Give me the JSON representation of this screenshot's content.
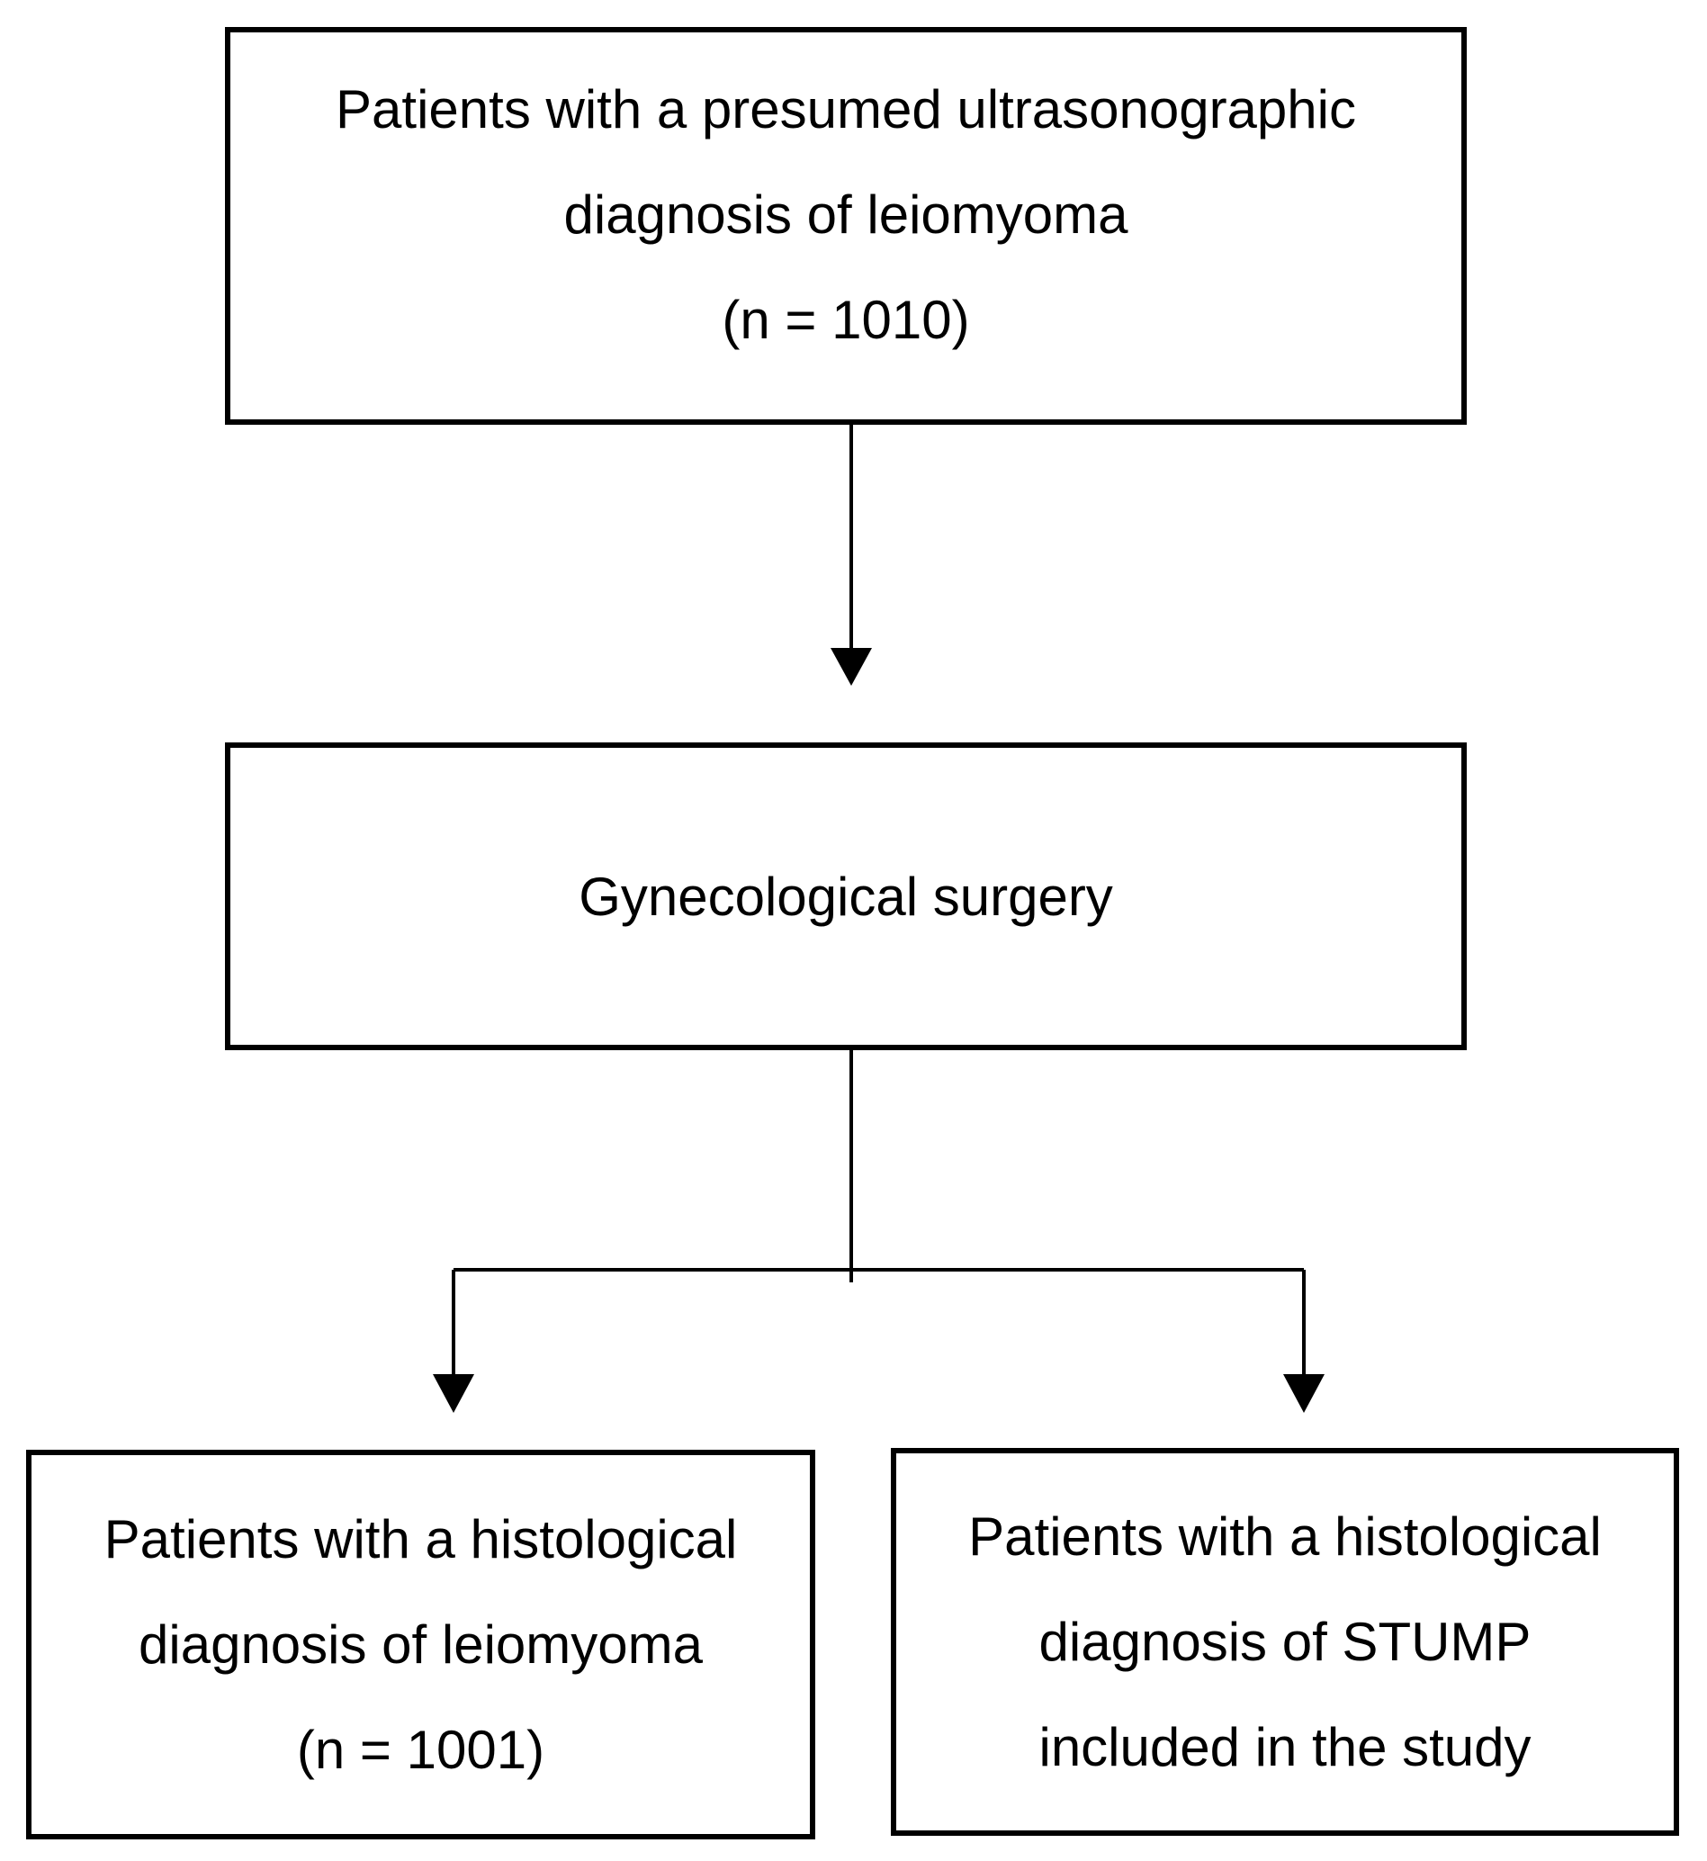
{
  "figure": {
    "background_color": "#ffffff",
    "line_color": "#000000",
    "text_color": "#000000",
    "nodes": {
      "presumed": {
        "lines": [
          "Patients with a presumed ultrasonographic",
          "diagnosis of leiomyoma",
          "(n = 1010)"
        ]
      },
      "surgery": {
        "lines": [
          "Gynecological surgery"
        ]
      },
      "histologic_leiomyoma": {
        "lines": [
          "Patients with a histological",
          "diagnosis of leiomyoma",
          "(n = 1001)"
        ]
      },
      "stump": {
        "lines": [
          "Patients with a histological",
          "diagnosis of STUMP",
          "included in the study"
        ]
      }
    }
  }
}
